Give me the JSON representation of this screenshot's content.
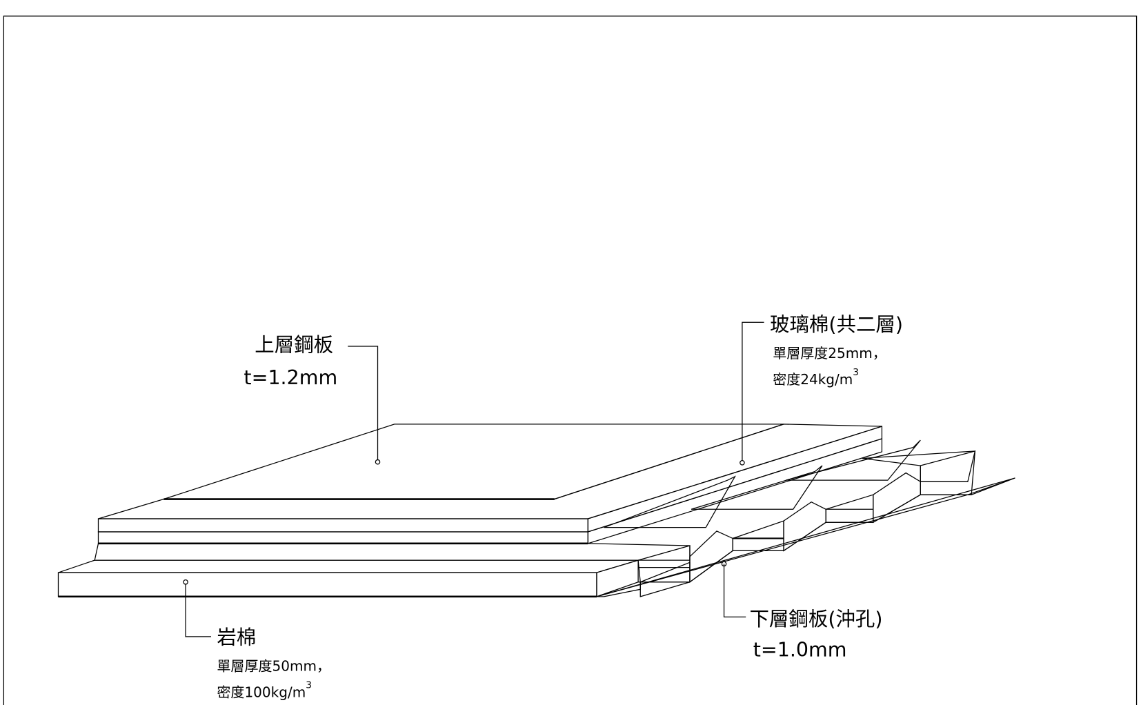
{
  "drawing": {
    "labels": {
      "top_plate": {
        "name": "上層鋼板",
        "thickness": "t=1.2mm"
      },
      "glass_wool": {
        "name": "玻璃棉(共二層)",
        "spec1": "單層厚度25mm，",
        "spec2": "密度24kg/m",
        "spec2_sup": "3"
      },
      "rock_wool": {
        "name": "岩棉",
        "spec1": "單層厚度50mm，",
        "spec2": "密度100kg/m",
        "spec2_sup": "3"
      },
      "bottom_plate": {
        "name": "下層鋼板(沖孔)",
        "thickness": "t=1.0mm"
      }
    },
    "colors": {
      "line": "#000000",
      "background": "#ffffff"
    }
  }
}
